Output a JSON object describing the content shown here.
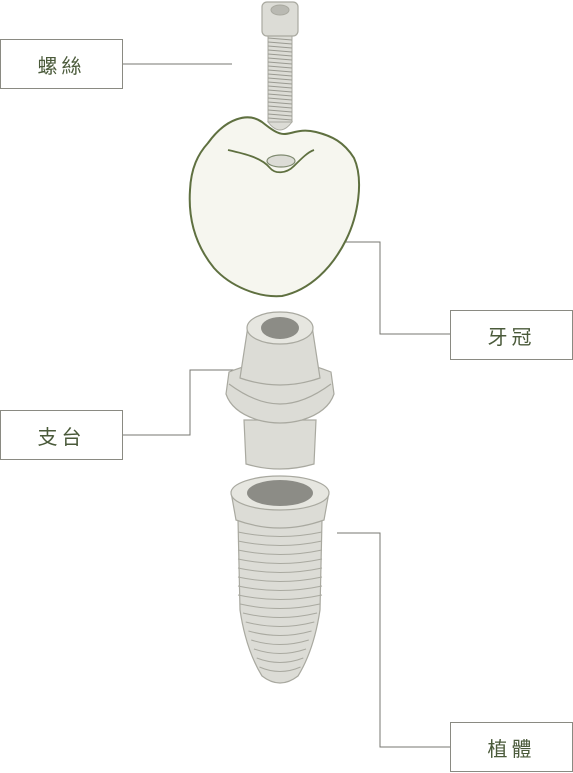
{
  "labels": {
    "screw": "螺絲",
    "crown": "牙冠",
    "abutment": "支台",
    "implant": "植體"
  },
  "colors": {
    "outline": "#5f7040",
    "part_fill": "#dcdcd6",
    "crown_fill": "#f6f6ef",
    "hole_fill": "#8c8c86",
    "leader": "#777770",
    "label_text": "#4a5a3a"
  }
}
